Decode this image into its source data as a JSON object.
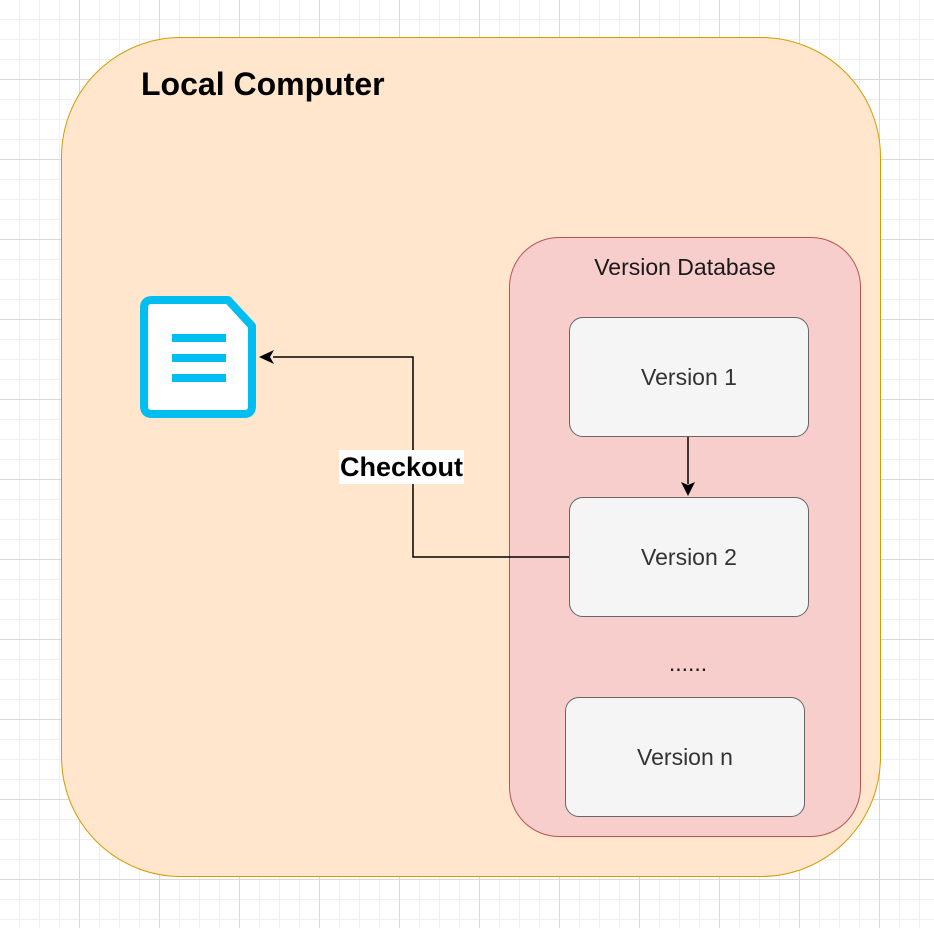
{
  "local_computer": {
    "title": "Local Computer"
  },
  "version_database": {
    "title": "Version Database",
    "versions": [
      {
        "label": "Version 1"
      },
      {
        "label": "Version 2"
      },
      {
        "label": "Version n"
      }
    ],
    "ellipsis": "......"
  },
  "edges": {
    "checkout_label": "Checkout"
  },
  "icons": {
    "document": "document-icon"
  },
  "colors": {
    "local_fill": "#ffe6cc",
    "local_stroke": "#d79b00",
    "db_fill": "#f8cecc",
    "db_stroke": "#b85450",
    "version_fill": "#f5f5f5",
    "version_stroke": "#666666",
    "doc_icon": "#00bef2"
  }
}
